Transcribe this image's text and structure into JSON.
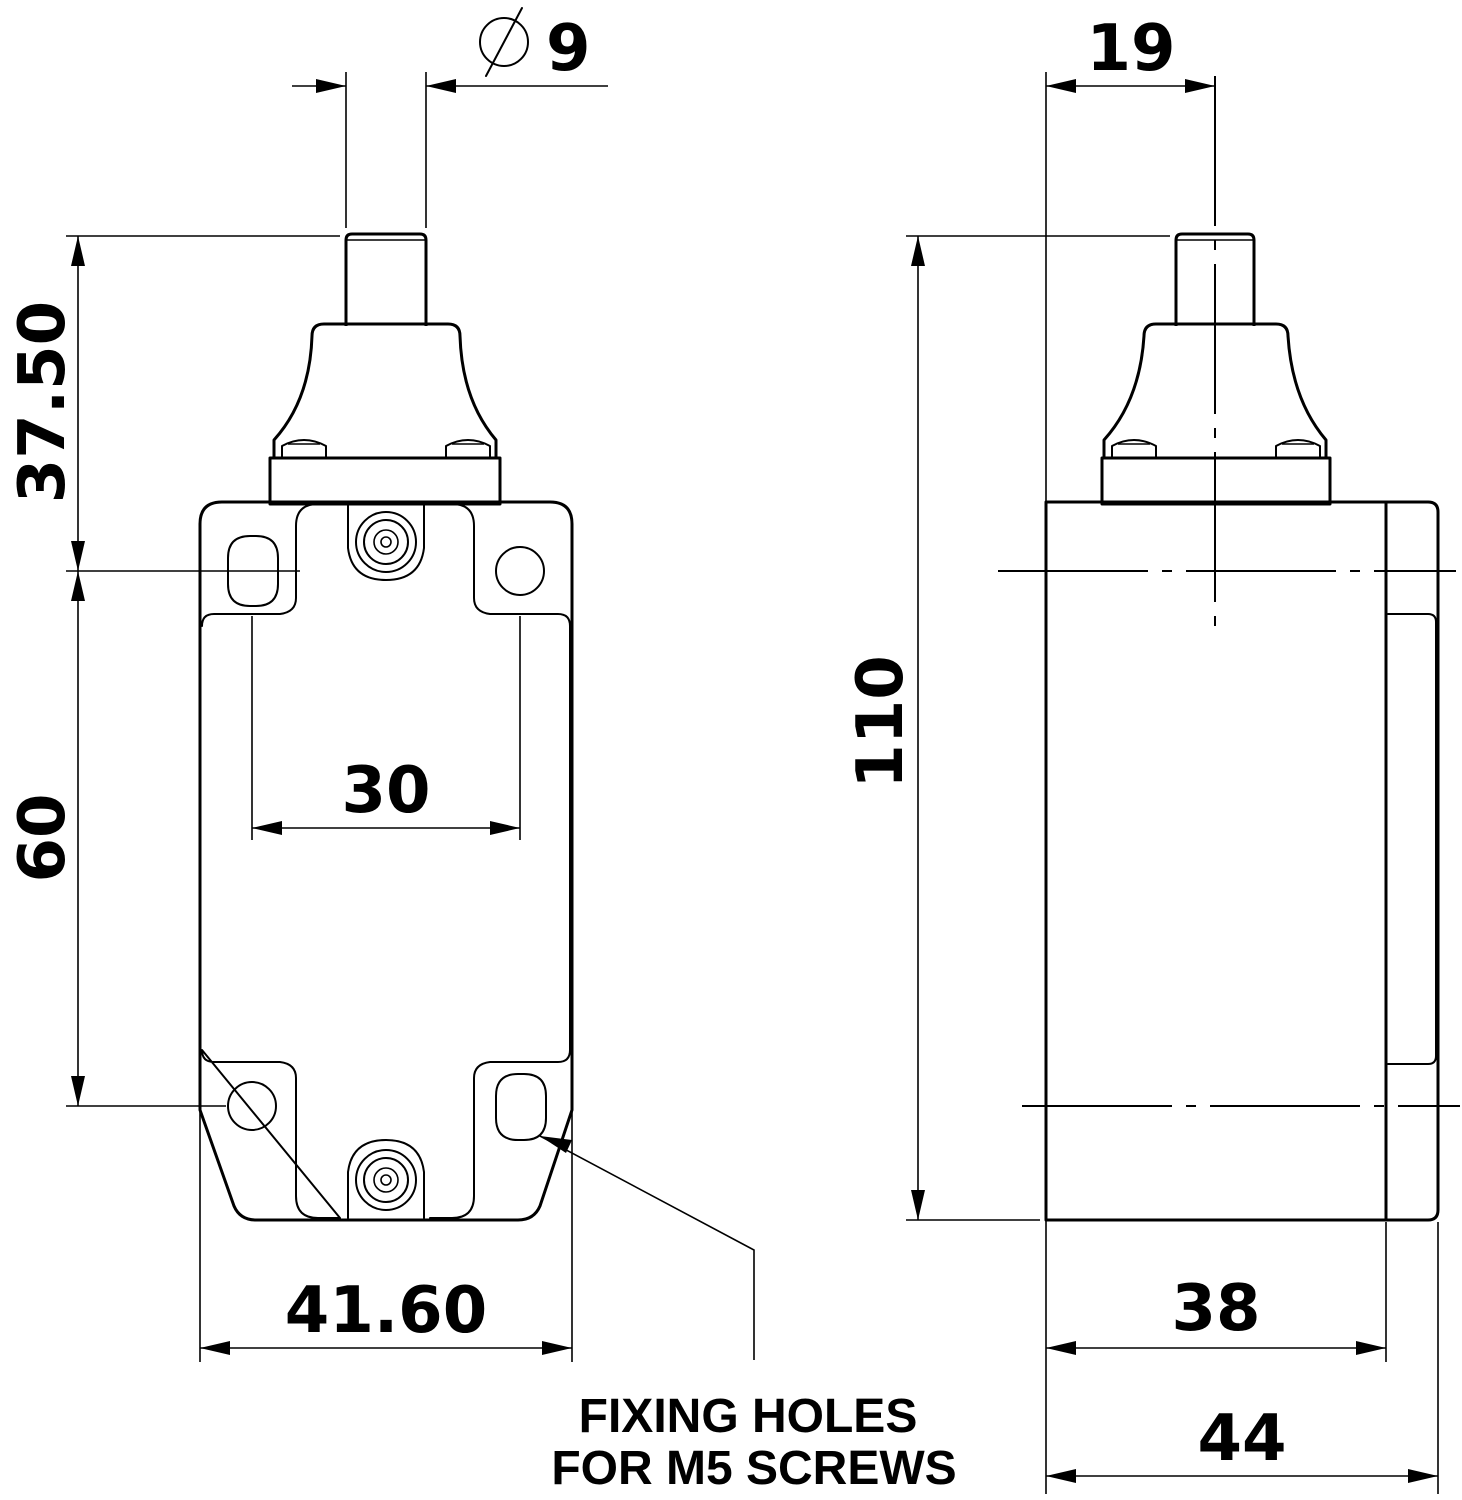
{
  "dimensions": {
    "shaft_diameter": "9",
    "plunger_height": "37.50",
    "hole_spacing_vertical": "60",
    "hole_spacing_horizontal": "30",
    "body_width_front": "41.60",
    "plunger_offset": "19",
    "overall_height": "110",
    "body_depth": "38",
    "overall_depth": "44"
  },
  "note": {
    "line1": "FIXING HOLES",
    "line2": "FOR M5 SCREWS"
  }
}
